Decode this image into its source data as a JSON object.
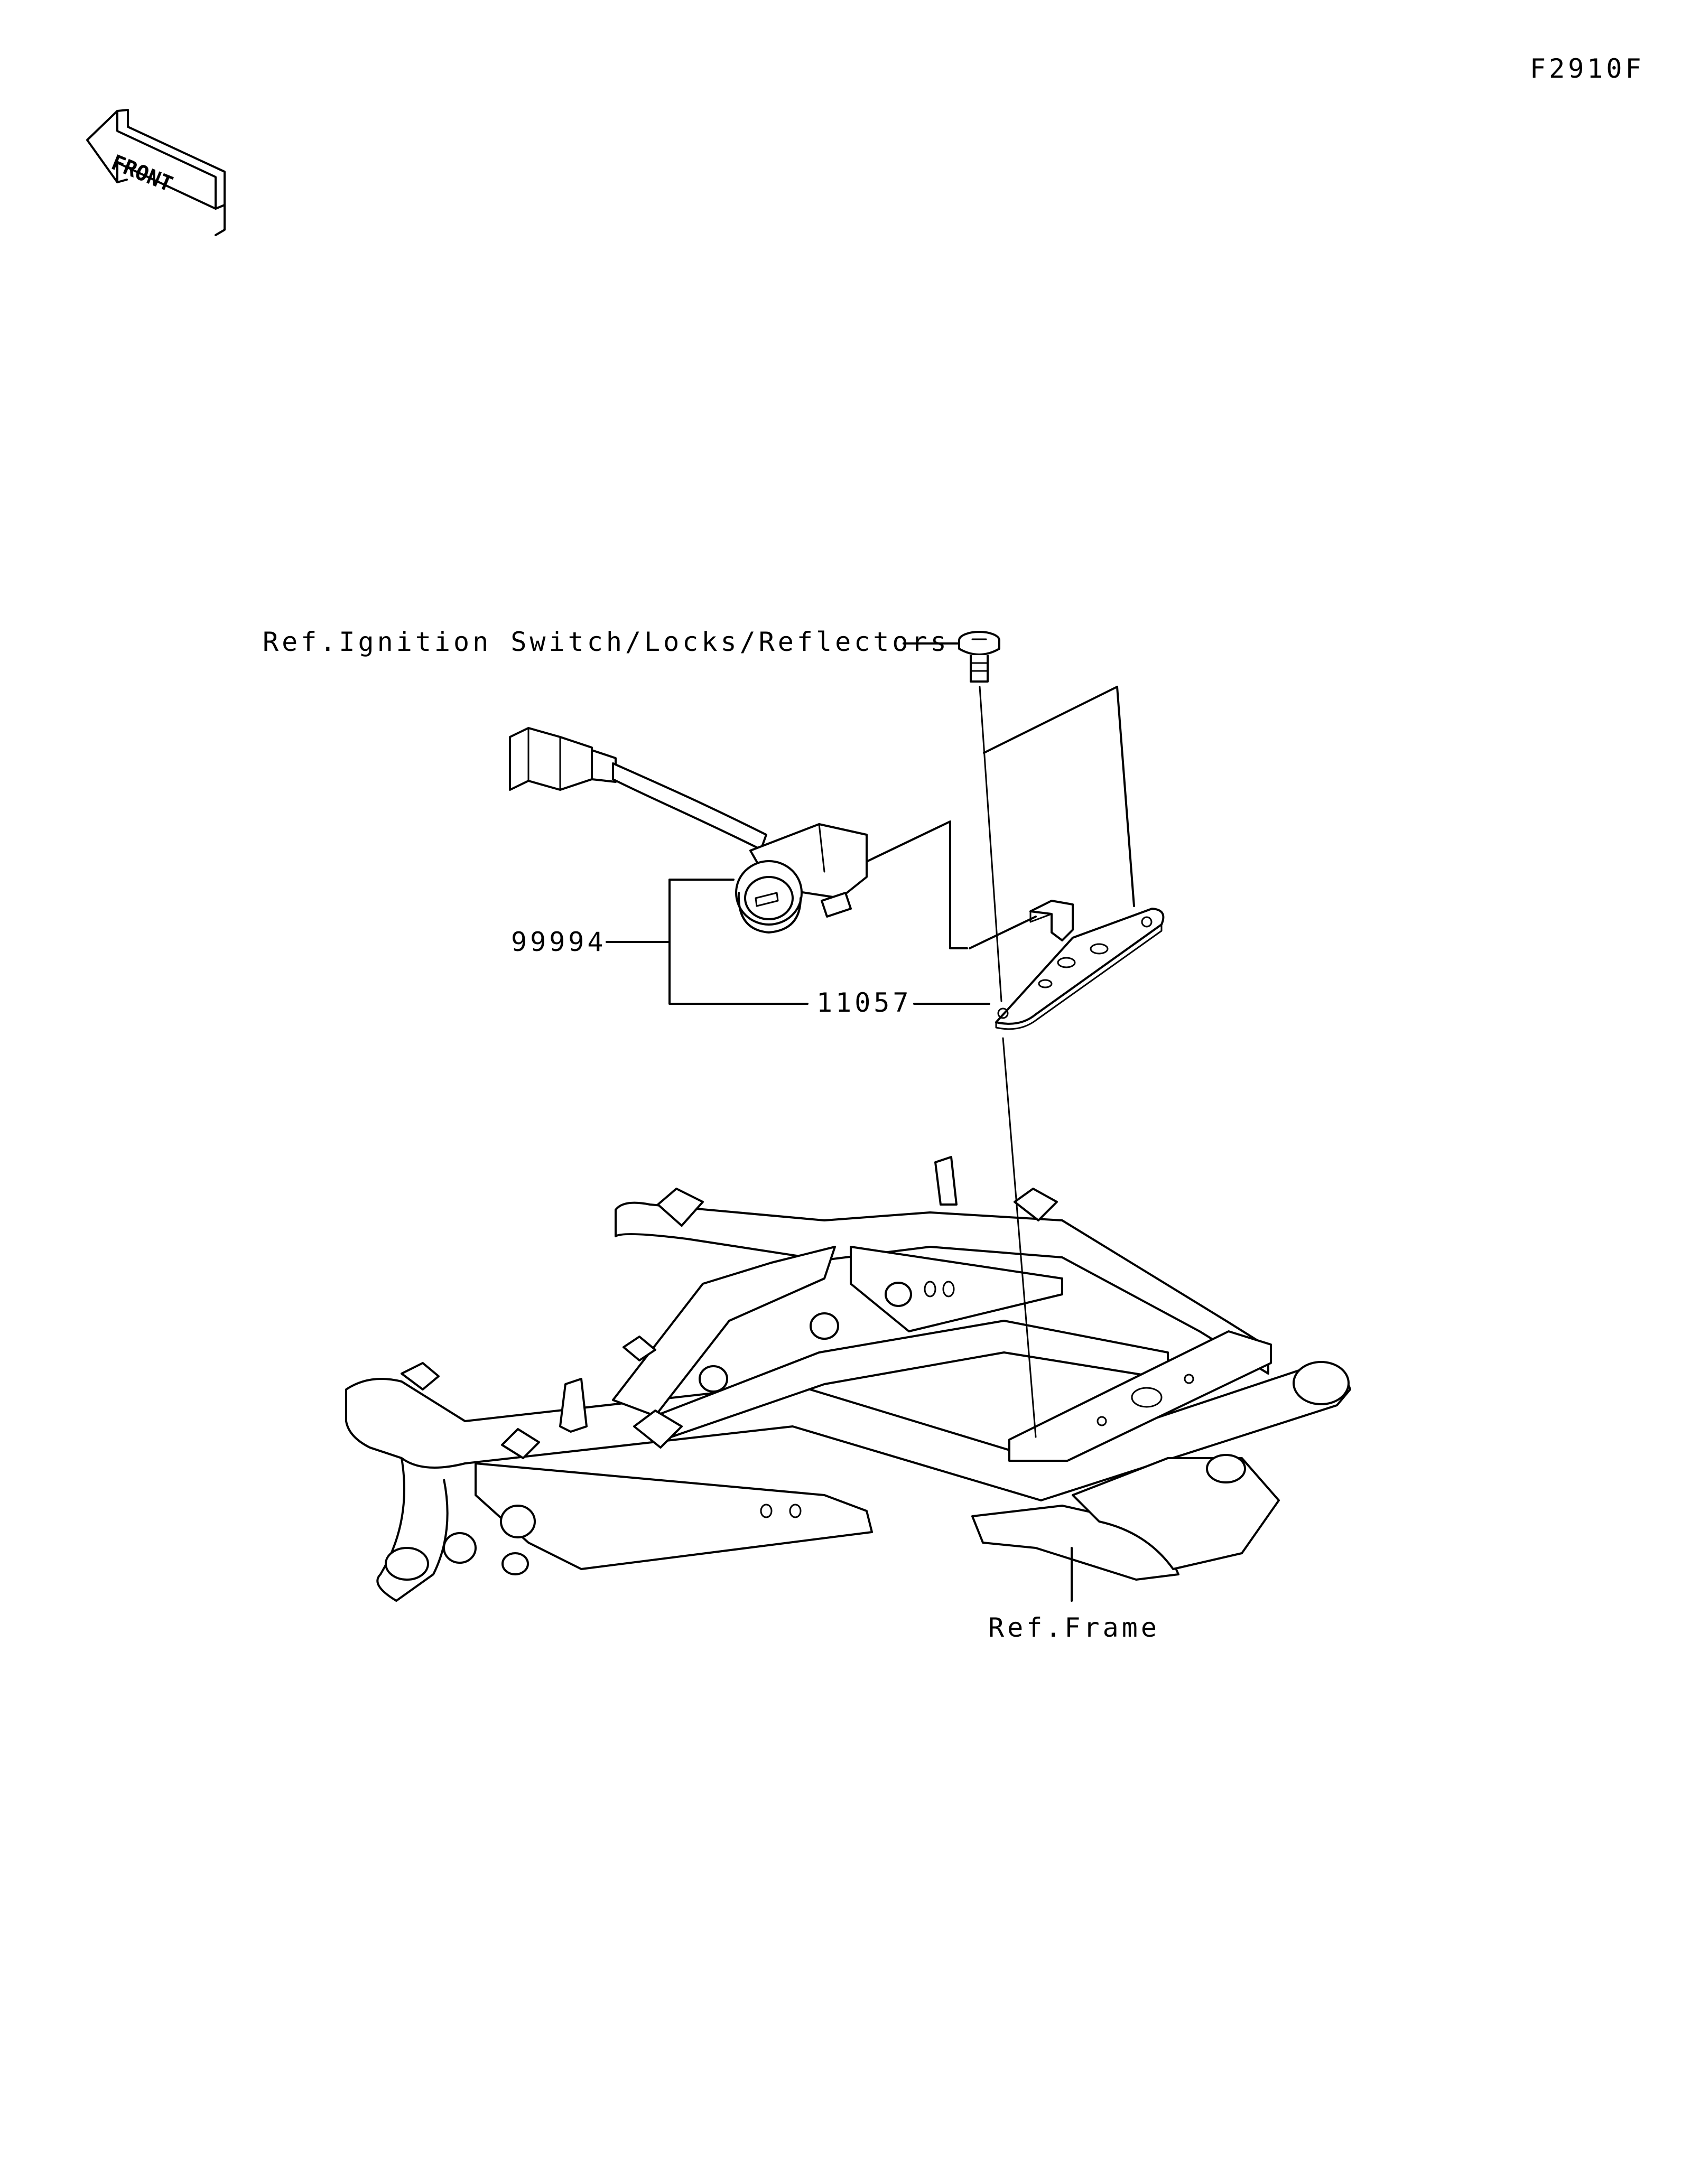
{
  "diagram_code": "F2910F",
  "front_arrow": {
    "text": "FRONT",
    "icon": "front-direction-arrow-icon"
  },
  "callouts": {
    "ref_ignition": "Ref.Ignition Switch/Locks/Reflectors",
    "part_99994": "99994",
    "part_11057": "11057",
    "ref_frame": "Ref.Frame"
  }
}
